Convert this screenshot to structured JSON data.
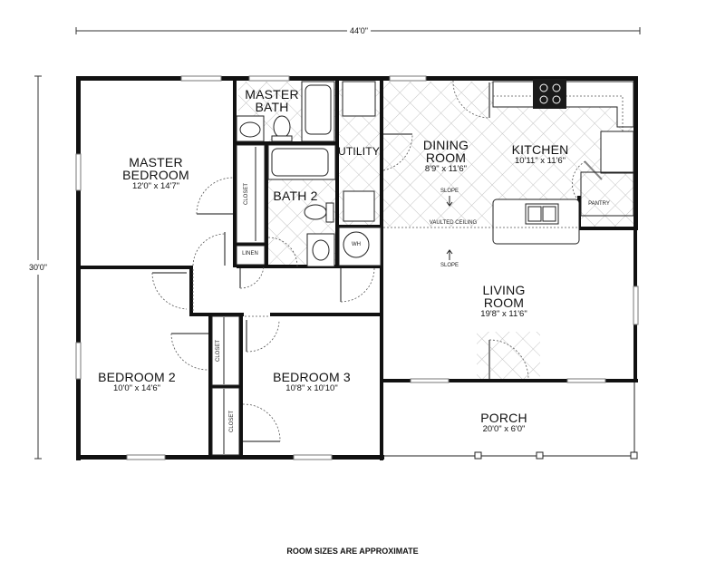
{
  "dimensions": {
    "width": "44'0\"",
    "height": "30'0\""
  },
  "rooms": {
    "master_bedroom": {
      "name_line1": "MASTER",
      "name_line2": "BEDROOM",
      "size": "12'0\" x 14'7\""
    },
    "master_bath": {
      "name_line1": "MASTER",
      "name_line2": "BATH"
    },
    "bath2": {
      "name": "BATH 2"
    },
    "utility": {
      "name": "UTILITY"
    },
    "dining_room": {
      "name_line1": "DINING",
      "name_line2": "ROOM",
      "size": "8'9\" x 11'6\""
    },
    "kitchen": {
      "name": "KITCHEN",
      "size": "10'11\" x 11'6\""
    },
    "pantry": {
      "name": "PANTRY"
    },
    "living_room": {
      "name_line1": "LIVING",
      "name_line2": "ROOM",
      "size": "19'8\" x 11'6\""
    },
    "bedroom2": {
      "name": "BEDROOM 2",
      "size": "10'0\" x 14'6\""
    },
    "bedroom3": {
      "name": "BEDROOM 3",
      "size": "10'8\" x 10'10\""
    },
    "porch": {
      "name": "PORCH",
      "size": "20'0\" x 6'0\""
    }
  },
  "annotations": {
    "closet": "CLOSET",
    "linen": "LINEN",
    "water_heater": "WH",
    "slope": "SLOPE",
    "vaulted_ceiling": "VAULTED CEILING"
  },
  "footer_note": "ROOM SIZES ARE APPROXIMATE",
  "colors": {
    "wall": "#111111",
    "tile_pattern": "#bbbbbb",
    "background": "#ffffff"
  }
}
